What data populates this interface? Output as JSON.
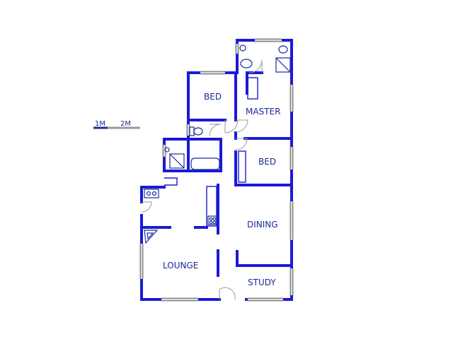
{
  "scale": {
    "label_1": "1M",
    "label_2": "2M"
  },
  "rooms": {
    "bed_1": "BED",
    "master": "MASTER",
    "bed_2": "BED",
    "dining": "DINING",
    "lounge": "LOUNGE",
    "study": "STUDY"
  },
  "colors": {
    "wall": "#1a1ad6",
    "text": "#1a2a9a",
    "window": "#8a8a8a"
  }
}
